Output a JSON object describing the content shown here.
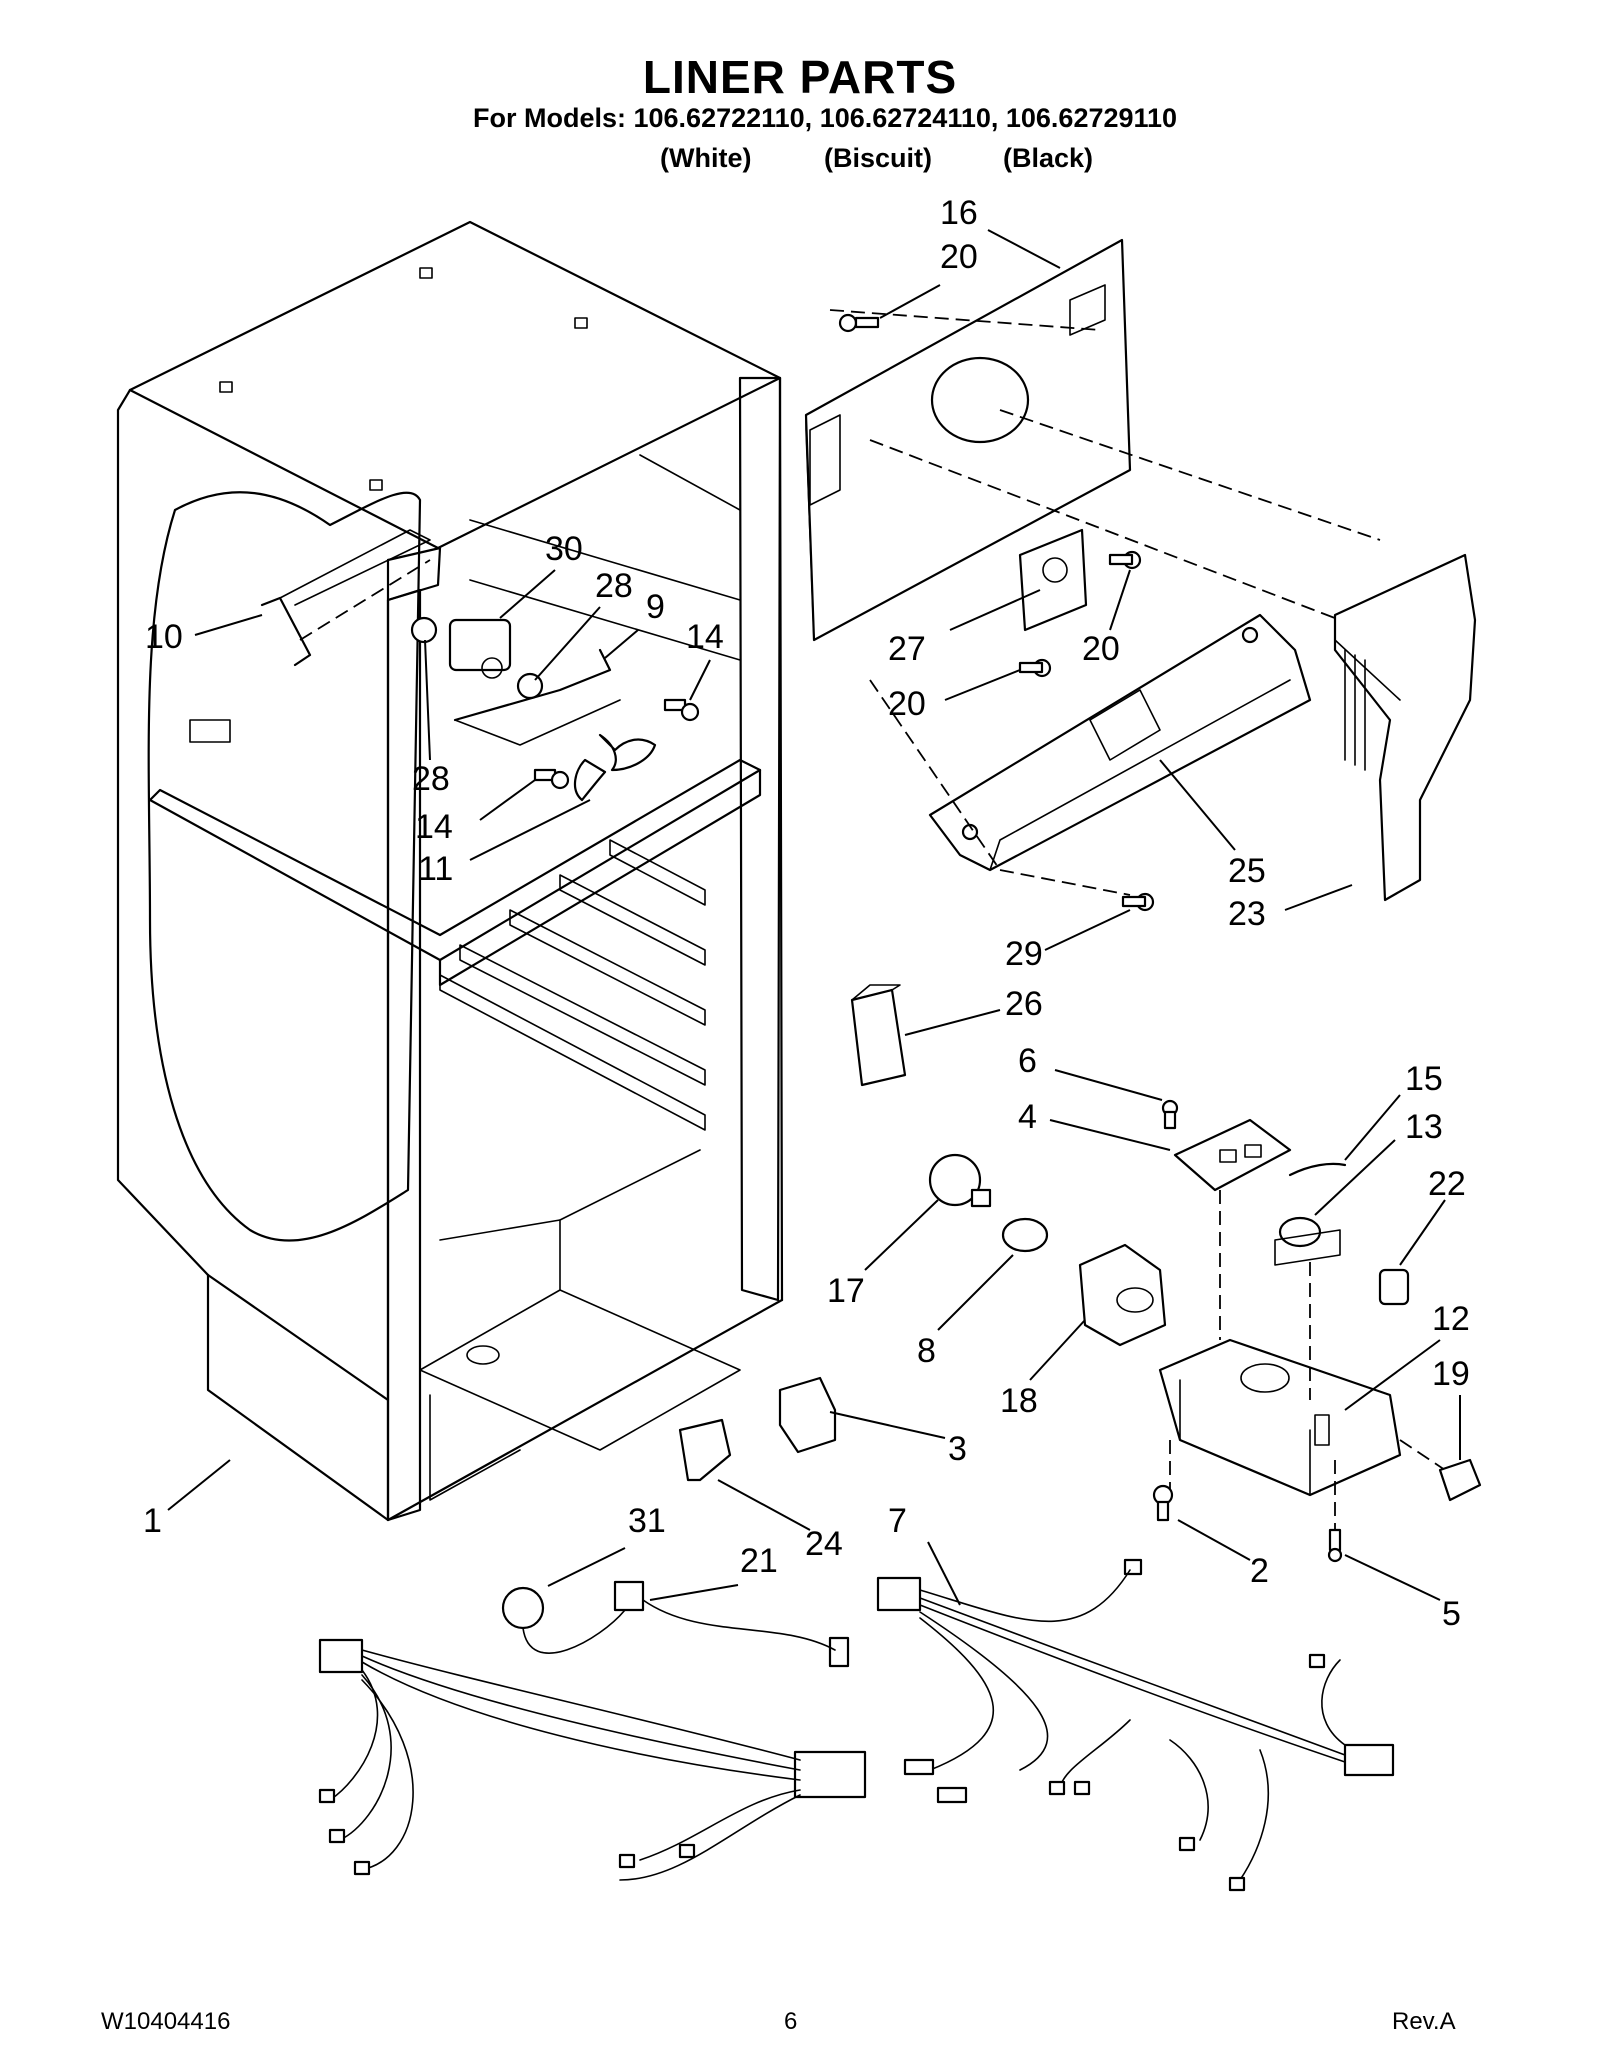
{
  "header": {
    "title": "LINER PARTS",
    "models_line": "For Models: 106.62722110, 106.62724110, 106.62729110",
    "variants": [
      "(White)",
      "(Biscuit)",
      "(Black)"
    ]
  },
  "footer": {
    "doc_number": "W10404416",
    "page_number": "6",
    "revision": "Rev.A"
  },
  "callouts": [
    "16",
    "20",
    "30",
    "28",
    "9",
    "14",
    "10",
    "28",
    "14",
    "11",
    "27",
    "20",
    "20",
    "25",
    "23",
    "29",
    "26",
    "6",
    "15",
    "4",
    "13",
    "22",
    "17",
    "8",
    "18",
    "12",
    "19",
    "3",
    "1",
    "24",
    "2",
    "5",
    "7",
    "31",
    "21"
  ]
}
